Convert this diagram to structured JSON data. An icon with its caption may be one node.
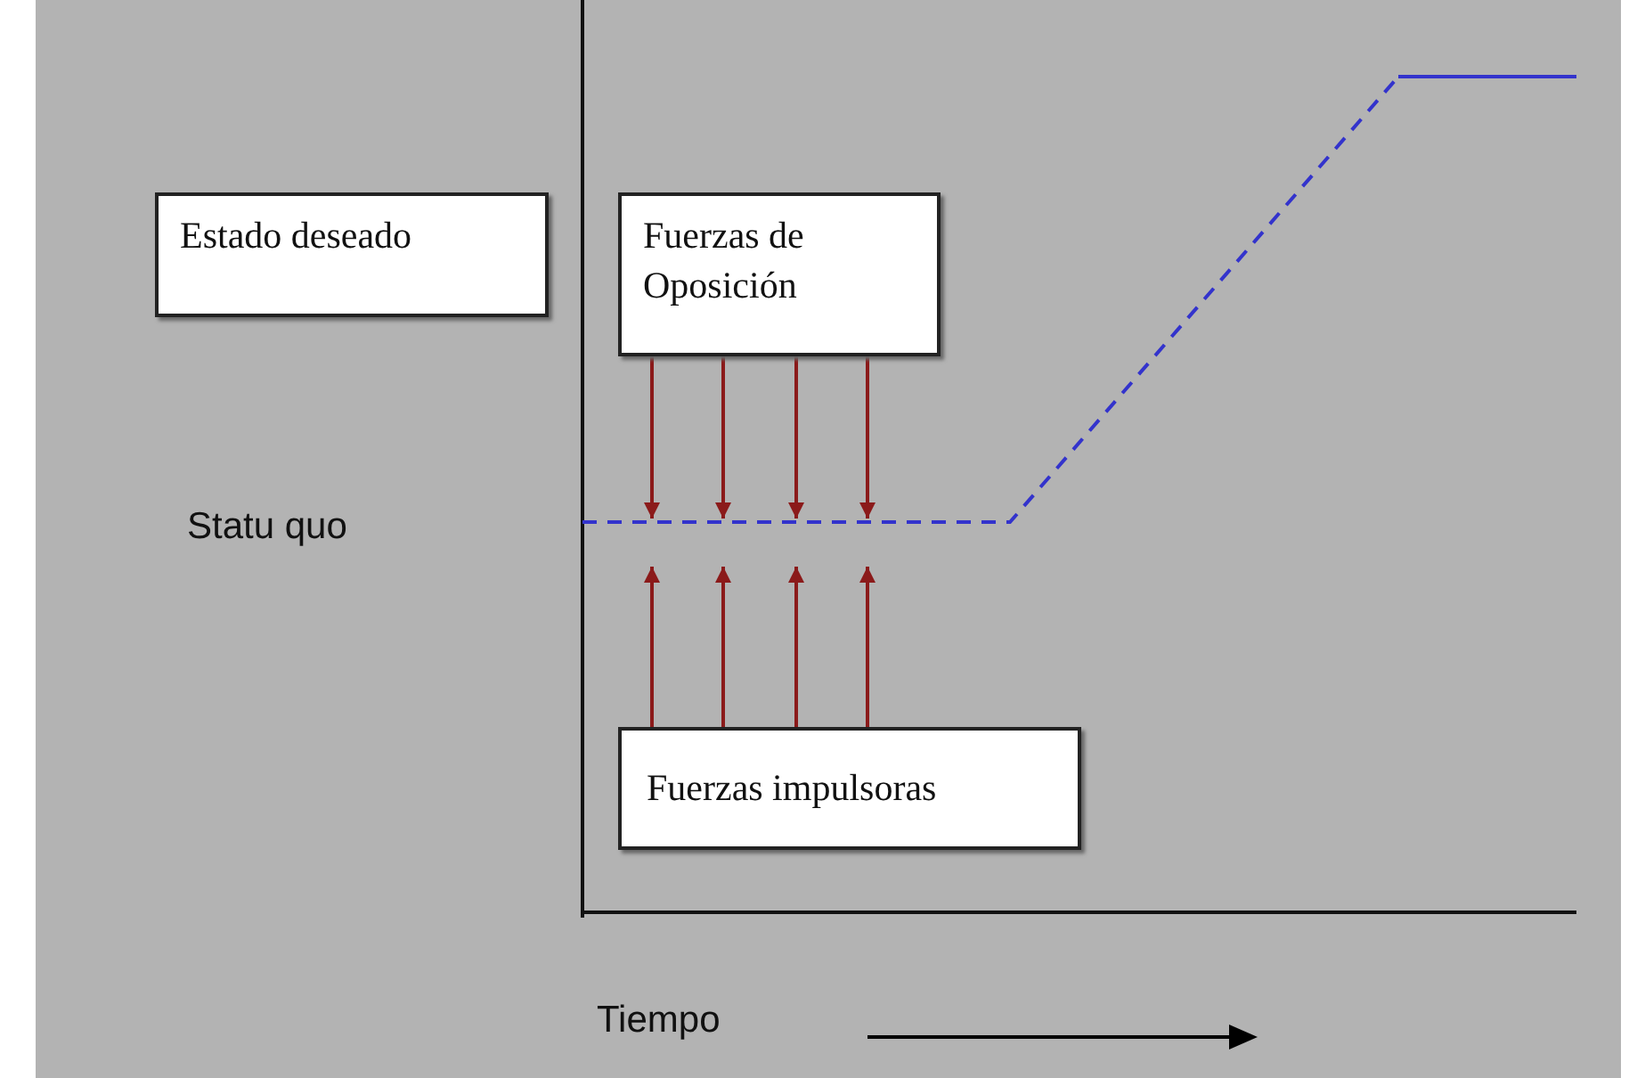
{
  "diagram": {
    "nodes": [
      {
        "text": [
          "Estado deseado"
        ]
      },
      {
        "text": [
          "Fuerzas de Oposición"
        ]
      },
      {
        "text": [
          "Fuerzas impulsoras"
        ]
      }
    ],
    "edges": [
      {
        "from": 1,
        "to": null,
        "arrow": "to"
      },
      {
        "from": 1,
        "to": null,
        "arrow": "to"
      },
      {
        "from": 1,
        "to": null,
        "arrow": "to"
      },
      {
        "from": 1,
        "to": null,
        "arrow": "to"
      },
      {
        "from": 2,
        "to": null,
        "arrow": "to"
      },
      {
        "from": 2,
        "to": null,
        "arrow": "to"
      },
      {
        "from": 2,
        "to": null,
        "arrow": "to"
      },
      {
        "from": 2,
        "to": null,
        "arrow": "to"
      }
    ],
    "labels": [
      "Statu quo",
      "Tiempo"
    ]
  }
}
